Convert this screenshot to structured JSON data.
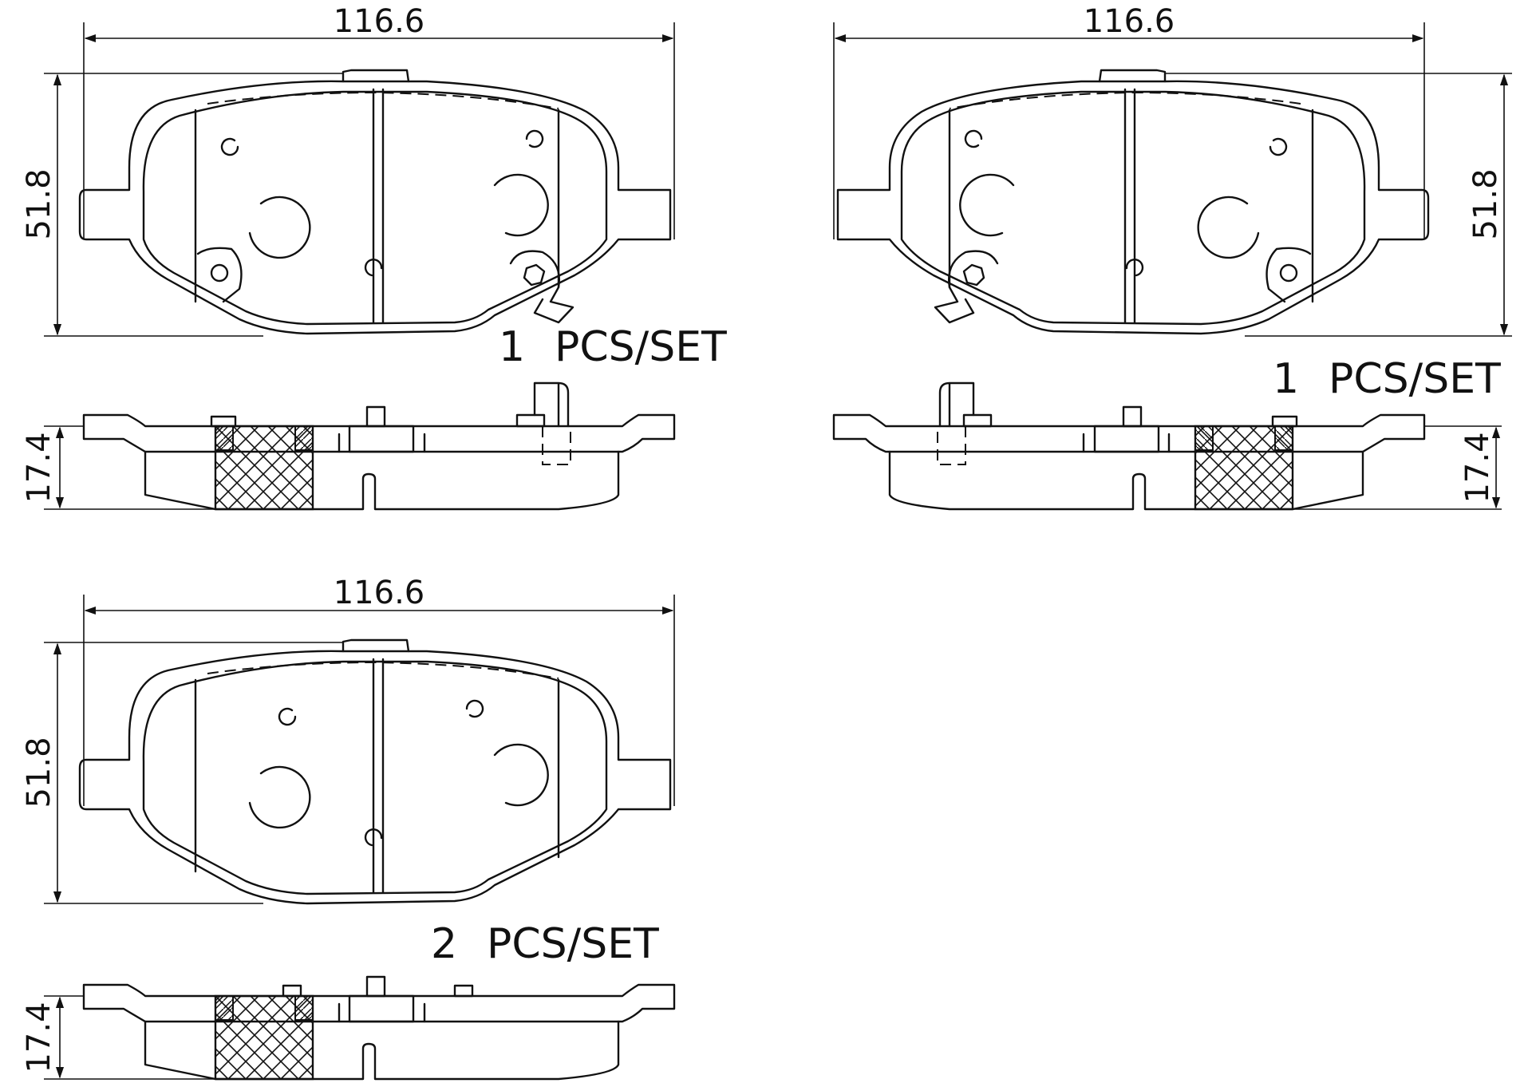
{
  "drawing": {
    "pads": [
      {
        "id": "pad-top-left",
        "width_label": "116.6",
        "height_label": "51.8",
        "thickness_label": "17.4",
        "quantity": "1",
        "quantity_unit": "PCS/SET"
      },
      {
        "id": "pad-top-right",
        "width_label": "116.6",
        "height_label": "51.8",
        "thickness_label": "17.4",
        "quantity": "1",
        "quantity_unit": "PCS/SET"
      },
      {
        "id": "pad-bottom-left",
        "width_label": "116.6",
        "height_label": "51.8",
        "thickness_label": "17.4",
        "quantity": "2",
        "quantity_unit": "PCS/SET"
      }
    ]
  }
}
